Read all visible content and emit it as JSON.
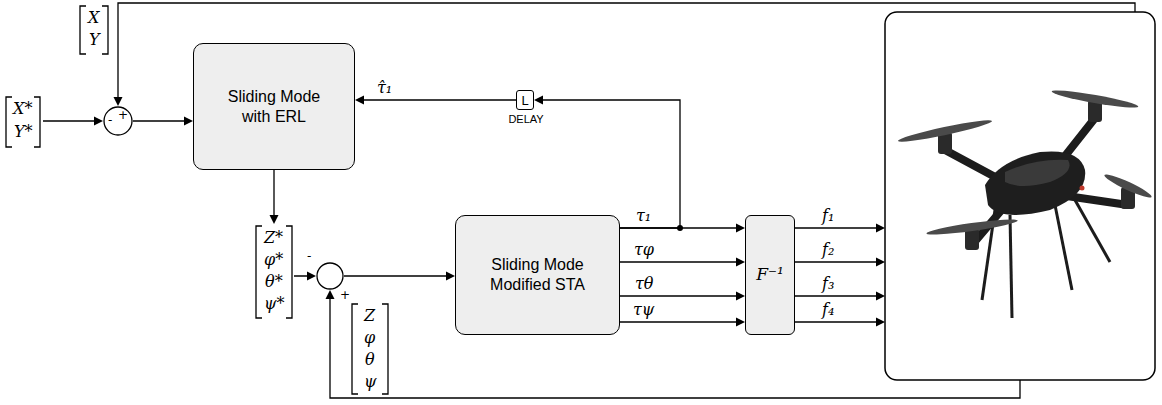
{
  "diagram": {
    "nodes": [
      {
        "text": [
          "-",
          "+"
        ]
      },
      {
        "text": [
          "Sliding Mode with ERL"
        ]
      },
      {
        "text": [
          "L",
          "DELAY"
        ]
      },
      {
        "text": [
          "-",
          "+"
        ]
      },
      {
        "text": [
          "Sliding Mode Modified STA"
        ]
      },
      {
        "text": [
          "F⁻¹"
        ]
      }
    ],
    "edges": [
      {
        "from": 0,
        "to": 1,
        "arrow": "to"
      },
      {
        "from": 1,
        "to": 3,
        "arrow": "to"
      },
      {
        "from": 2,
        "to": 1,
        "arrow": "to",
        "label": "τ̂₁"
      },
      {
        "from": 3,
        "to": 4,
        "arrow": "to"
      },
      {
        "from": 4,
        "to": 5,
        "arrow": "to",
        "label": "τ₁"
      },
      {
        "from": 4,
        "to": 5,
        "arrow": "to",
        "label": "τφ"
      },
      {
        "from": 4,
        "to": 5,
        "arrow": "to",
        "label": "τθ"
      },
      {
        "from": 4,
        "to": 5,
        "arrow": "to",
        "label": "τψ"
      },
      {
        "from": 4,
        "to": 2,
        "arrow": "to"
      }
    ],
    "labels": [
      "X",
      "Y",
      "X*",
      "Y*",
      "Z*",
      "φ*",
      "θ*",
      "ψ*",
      "Z",
      "φ",
      "θ",
      "ψ",
      "f₁",
      "f₂",
      "f₃",
      "f₄"
    ]
  }
}
